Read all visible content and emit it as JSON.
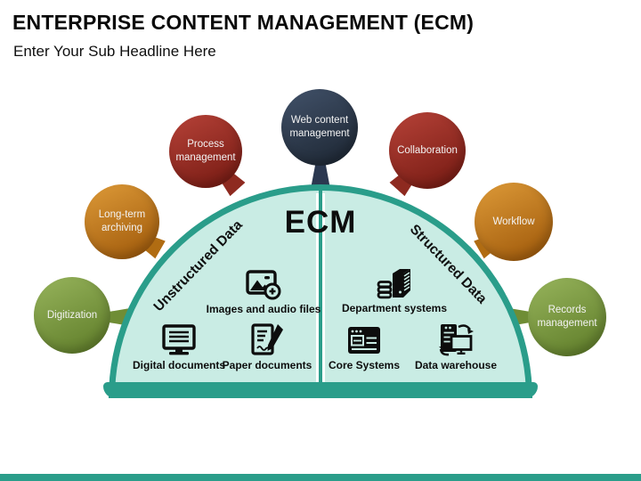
{
  "slide": {
    "title": "ENTERPRISE CONTENT MANAGEMENT (ECM)",
    "subtitle": "Enter Your Sub Headline Here"
  },
  "dome": {
    "center_label": "ECM",
    "left_label": "Unstructured Data",
    "right_label": "Structured Data",
    "left_items": [
      {
        "label": "Images and audio files",
        "icon": "image-plus-icon"
      },
      {
        "label": "Digital documents",
        "icon": "monitor-icon"
      },
      {
        "label": "Paper documents",
        "icon": "document-pencil-icon"
      }
    ],
    "right_items": [
      {
        "label": "Department systems",
        "icon": "server-database-icon"
      },
      {
        "label": "Core Systems",
        "icon": "browser-window-icon"
      },
      {
        "label": "Data warehouse",
        "icon": "data-warehouse-sync-icon"
      }
    ]
  },
  "bubbles": [
    {
      "label": "Web content management",
      "color": "#2f3e52"
    },
    {
      "label": "Process management",
      "color": "#9e2f27"
    },
    {
      "label": "Collaboration",
      "color": "#9e2f27"
    },
    {
      "label": "Long-term archiving",
      "color": "#c5801f"
    },
    {
      "label": "Workflow",
      "color": "#c5801f"
    },
    {
      "label": "Digitization",
      "color": "#7d9c44"
    },
    {
      "label": "Records management",
      "color": "#7d9c44"
    }
  ],
  "colors": {
    "dome_border": "#2a9d8a",
    "dome_fill": "#c9ece4",
    "footer_bar": "#2a9d8a"
  }
}
